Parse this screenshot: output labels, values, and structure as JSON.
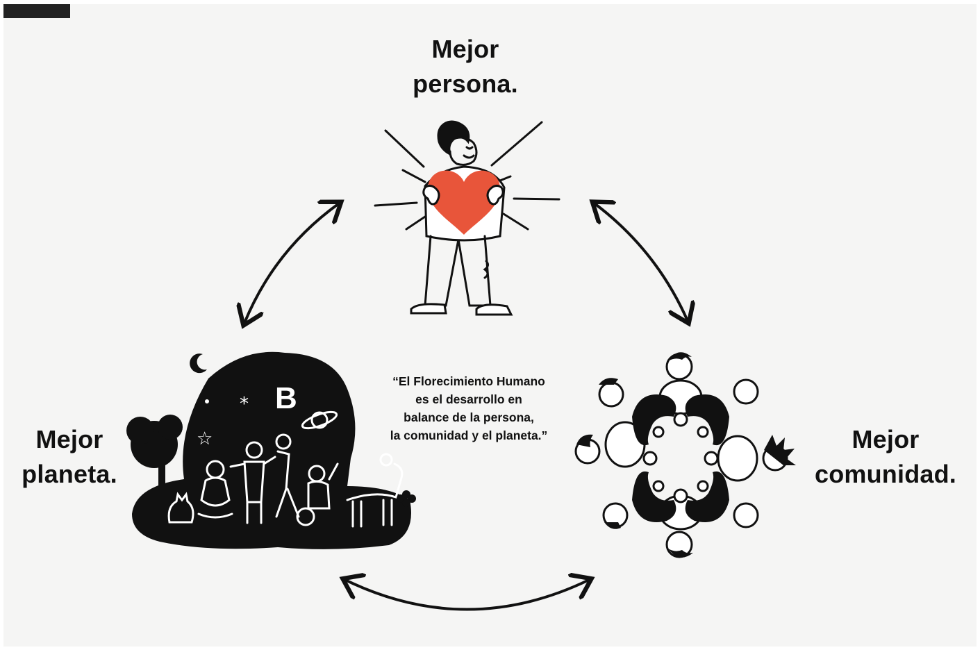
{
  "nodes": {
    "persona": {
      "line1": "Mejor",
      "line2": "persona."
    },
    "planeta": {
      "line1": "Mejor",
      "line2": "planeta."
    },
    "comunidad": {
      "line1": "Mejor",
      "line2": "comunidad."
    }
  },
  "quote": {
    "line1": "“El Florecimiento Humano",
    "line2": "es el desarrollo en",
    "line3": "balance de la persona,",
    "line4": "la comunidad y el planeta.”"
  },
  "planet_logo": "B",
  "colors": {
    "background": "#f5f5f4",
    "ink": "#111111",
    "heart": "#e8553a"
  },
  "icons": [
    "person-with-heart-illustration",
    "planet-community-illustration",
    "community-circle-illustration",
    "double-arrow-icon"
  ]
}
